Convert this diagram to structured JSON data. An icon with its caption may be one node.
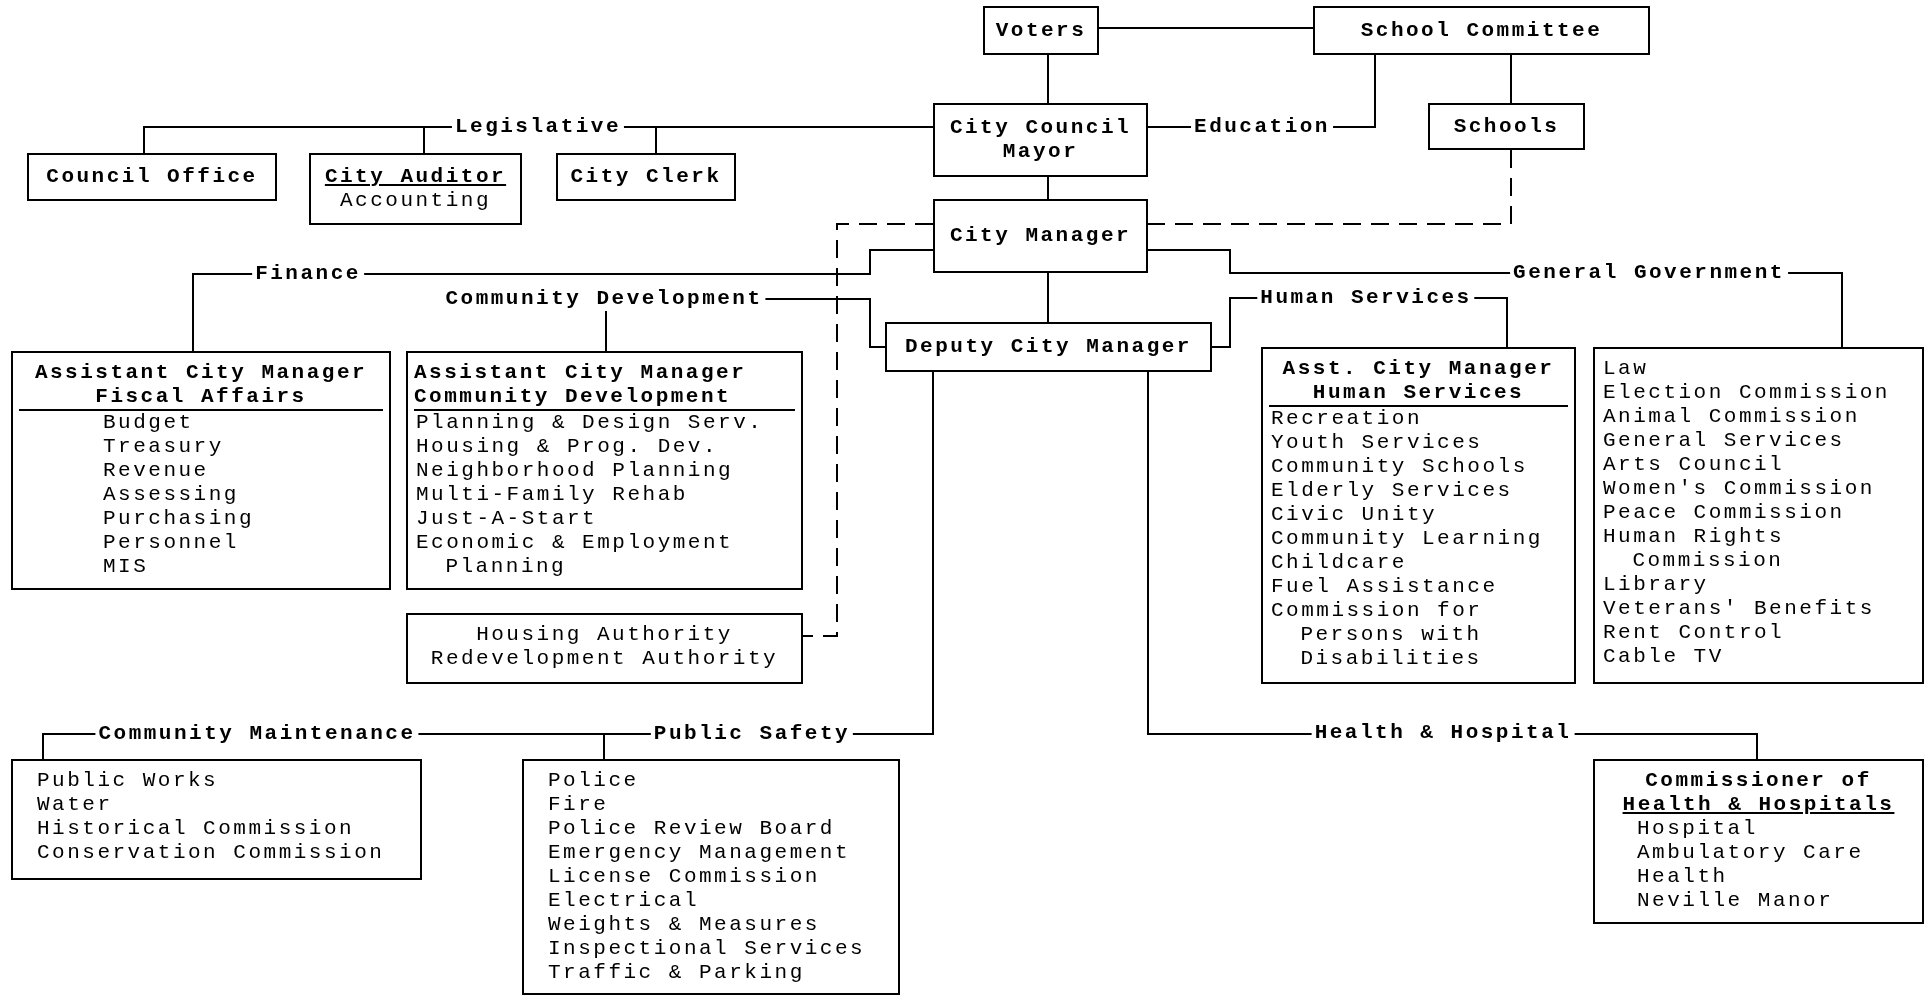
{
  "diagram": {
    "nodes": [
      {
        "text": [
          "Voters"
        ]
      },
      {
        "text": [
          "School Committee"
        ]
      },
      {
        "text": [
          "City Council",
          "Mayor"
        ]
      },
      {
        "text": [
          "Schools"
        ]
      },
      {
        "text": [
          "Council Office"
        ]
      },
      {
        "text": [
          "City Auditor",
          "Accounting"
        ]
      },
      {
        "text": [
          "City Clerk"
        ]
      },
      {
        "text": [
          "City Manager"
        ]
      },
      {
        "text": [
          "Deputy City Manager"
        ]
      },
      {
        "text": [
          "Assistant City Manager",
          "Fiscal Affairs",
          "Budget",
          "Treasury",
          "Revenue",
          "Assessing",
          "Purchasing",
          "Personnel",
          "MIS"
        ]
      },
      {
        "text": [
          "Assistant City Manager",
          "Community Development",
          "Planning & Design Serv.",
          "Housing & Prog. Dev.",
          "Neighborhood Planning",
          "Multi-Family Rehab",
          "Just-A-Start",
          "Economic & Employment Planning"
        ]
      },
      {
        "text": [
          "Asst. City Manager",
          "Human Services",
          "Recreation",
          "Youth Services",
          "Community Schools",
          "Elderly Services",
          "Civic Unity",
          "Community Learning",
          "Childcare",
          "Fuel Assistance",
          "Commission for Persons with Disabilities"
        ]
      },
      {
        "text": [
          "Law",
          "Election Commission",
          "Animal Commission",
          "General Services",
          "Arts Council",
          "Women's Commission",
          "Peace Commission",
          "Human Rights Commission",
          "Library",
          "Veterans' Benefits",
          "Rent Control",
          "Cable TV"
        ]
      },
      {
        "text": [
          "Housing Authority",
          "Redevelopment Authority"
        ]
      },
      {
        "text": [
          "Public Works",
          "Water",
          "Historical Commission",
          "Conservation Commission"
        ]
      },
      {
        "text": [
          "Police",
          "Fire",
          "Police Review Board",
          "Emergency Management",
          "License Commission",
          "Electrical",
          "Weights & Measures",
          "Inspectional Services",
          "Traffic & Parking"
        ]
      },
      {
        "text": [
          "Commissioner of",
          "Health & Hospitals",
          "Hospital",
          "Ambulatory Care",
          "Health",
          "Neville Manor"
        ]
      }
    ],
    "edges": [
      {
        "from": 0,
        "to": 1,
        "arrow": "none"
      },
      {
        "from": 0,
        "to": 2,
        "arrow": "none"
      },
      {
        "from": 2,
        "to": 4,
        "arrow": "none"
      },
      {
        "from": 2,
        "to": 5,
        "arrow": "none",
        "label": "Legislative"
      },
      {
        "from": 2,
        "to": 6,
        "arrow": "none"
      },
      {
        "from": 2,
        "to": 1,
        "arrow": "none",
        "label": "Education"
      },
      {
        "from": 1,
        "to": 3,
        "arrow": "none"
      },
      {
        "from": 2,
        "to": 7,
        "arrow": "none"
      },
      {
        "from": 3,
        "to": 7,
        "arrow": "none",
        "style": "dashed"
      },
      {
        "from": 7,
        "to": 13,
        "arrow": "none",
        "style": "dashed"
      },
      {
        "from": 7,
        "to": 8,
        "arrow": "none"
      },
      {
        "from": 7,
        "to": 9,
        "arrow": "none",
        "label": "Finance"
      },
      {
        "from": 8,
        "to": 10,
        "arrow": "none",
        "label": "Community Development"
      },
      {
        "from": 8,
        "to": 11,
        "arrow": "none",
        "label": "Human Services"
      },
      {
        "from": 7,
        "to": 12,
        "arrow": "none",
        "label": "General Government"
      },
      {
        "from": 8,
        "to": 14,
        "arrow": "none",
        "label": "Community Maintenance"
      },
      {
        "from": 8,
        "to": 15,
        "arrow": "none",
        "label": "Public Safety"
      },
      {
        "from": 8,
        "to": 16,
        "arrow": "none",
        "label": "Health & Hospital"
      }
    ]
  }
}
